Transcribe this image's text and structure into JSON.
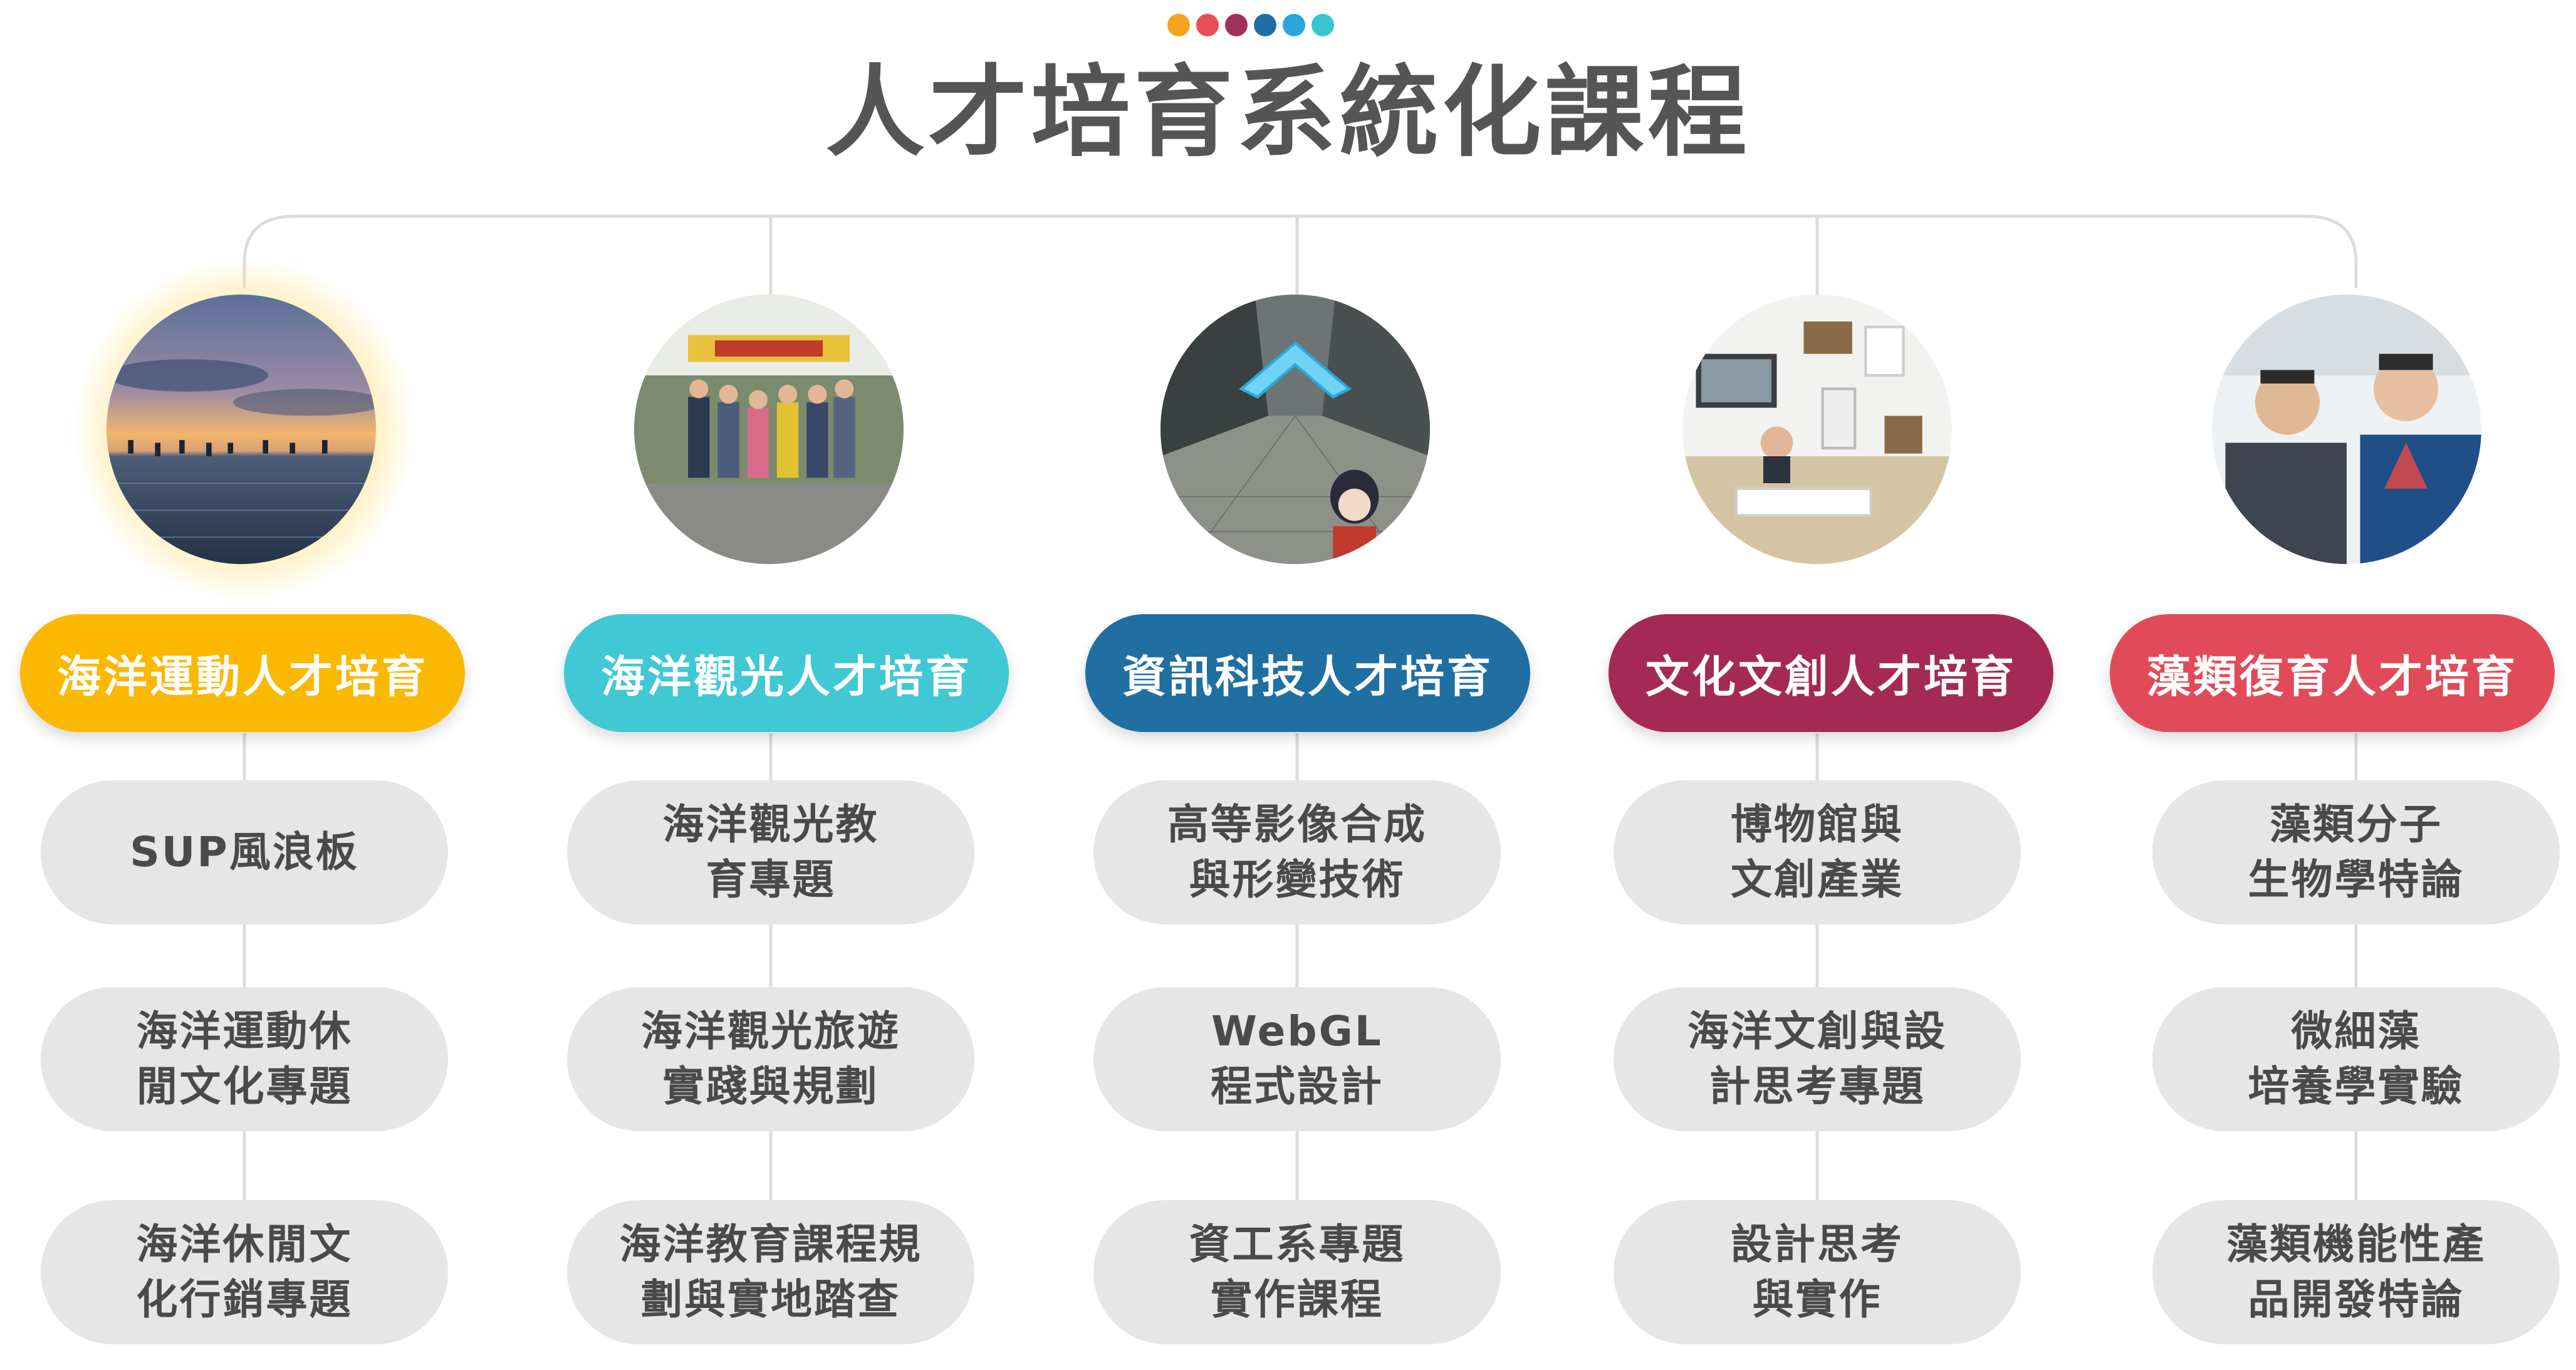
{
  "title": "人才培育系統化課程",
  "dot_colors": [
    "#f7a21b",
    "#e94e5b",
    "#a2305a",
    "#1f6fa4",
    "#2aa6de",
    "#37c5d1"
  ],
  "columns": [
    {
      "category": "海洋運動人才培育",
      "color": "#fbb800",
      "photo": "ocean-sunset-sup-photo",
      "courses": [
        [
          "SUP風浪板"
        ],
        [
          "海洋運動休",
          "閒文化專題"
        ],
        [
          "海洋休閒文",
          "化行銷專題"
        ]
      ]
    },
    {
      "category": "海洋觀光人才培育",
      "color": "#40c8d4",
      "photo": "group-tour-photo",
      "courses": [
        [
          "海洋觀光教",
          "育專題"
        ],
        [
          "海洋觀光旅遊",
          "實踐與規劃"
        ],
        [
          "海洋教育課程規",
          "劃與實地踏查"
        ]
      ]
    },
    {
      "category": "資訊科技人才培育",
      "color": "#1f6fa3",
      "photo": "ar-character-photo",
      "courses": [
        [
          "高等影像合成",
          "與形變技術"
        ],
        [
          "WebGL",
          "程式設計"
        ],
        [
          "資工系專題",
          "實作課程"
        ]
      ]
    },
    {
      "category": "文化文創人才培育",
      "color": "#a42a55",
      "photo": "museum-exhibit-photo",
      "courses": [
        [
          "博物館與",
          "文創產業"
        ],
        [
          "海洋文創與設",
          "計思考專題"
        ],
        [
          "設計思考",
          "與實作"
        ]
      ]
    },
    {
      "category": "藻類復育人才培育",
      "color": "#e14b59",
      "photo": "lab-researchers-photo",
      "courses": [
        [
          "藻類分子",
          "生物學特論"
        ],
        [
          "微細藻",
          "培養學實驗"
        ],
        [
          "藻類機能性產",
          "品開發特論"
        ]
      ]
    }
  ]
}
